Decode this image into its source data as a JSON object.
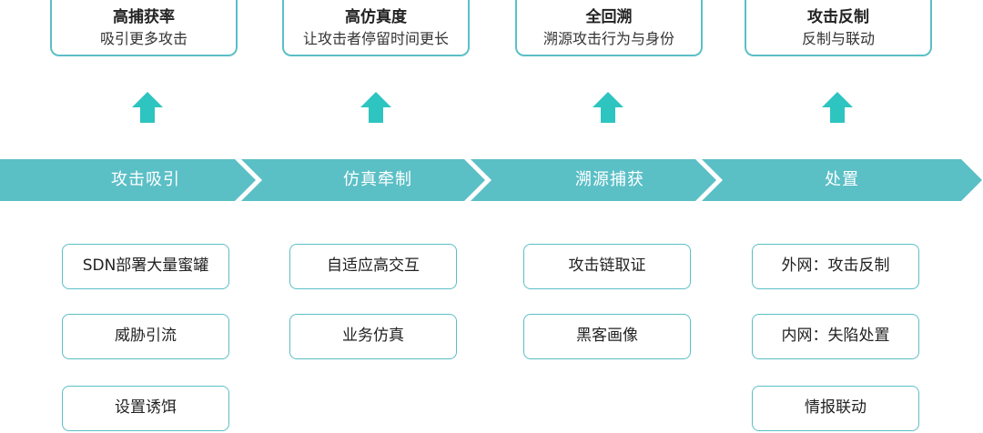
{
  "colors": {
    "teal": "#5bbfc6",
    "arrow": "#2ec4c0",
    "text": "#222222"
  },
  "goals": [
    {
      "title": "高捕获率",
      "subtitle": "吸引更多攻击"
    },
    {
      "title": "高仿真度",
      "subtitle": "让攻击者停留时间更长"
    },
    {
      "title": "全回溯",
      "subtitle": "溯源攻击行为与身份"
    },
    {
      "title": "攻击反制",
      "subtitle": "反制与联动"
    }
  ],
  "stages": [
    "攻击吸引",
    "仿真牵制",
    "溯源捕获",
    "处置"
  ],
  "actions": [
    [
      "SDN部署大量蜜罐",
      "威胁引流",
      "设置诱饵"
    ],
    [
      "自适应高交互",
      "业务仿真"
    ],
    [
      "攻击链取证",
      "黑客画像"
    ],
    [
      "外网：攻击反制",
      "内网：失陷处置",
      "情报联动"
    ]
  ],
  "icons": {
    "up_arrow": "up-arrow-icon"
  }
}
